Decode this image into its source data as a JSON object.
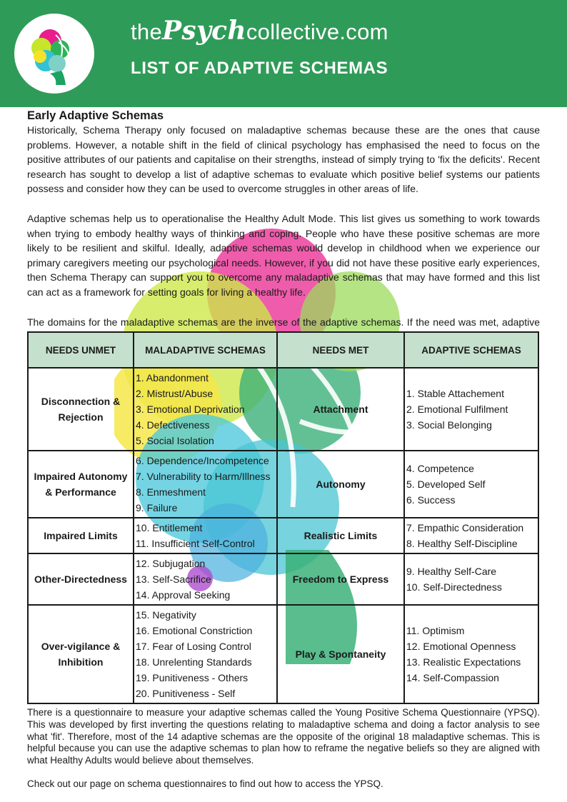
{
  "header": {
    "brand_prefix": "the",
    "brand_mid": "Psych",
    "brand_suffix": "collective.com",
    "title": "LIST OF ADAPTIVE SCHEMAS"
  },
  "intro": {
    "heading": "Early Adaptive Schemas",
    "paragraphs": [
      "Historically, Schema Therapy only focused on maladaptive schemas because these are the ones that cause problems. However, a notable shift in the field of clinical psychology has emphasised the need to focus on the positive attributes of our patients and capitalise on their strengths, instead of simply trying to 'fix the deficits'. Recent research has sought to develop a list of adaptive schemas to evaluate which positive belief systems our patients possess and consider how they can be used to overcome struggles in other areas of life.",
      "Adaptive schemas help us to operationalise the Healthy Adult Mode. This list gives us something to work towards when trying to embody healthy ways of thinking and coping. People who have these positive schemas are more likely to be resilient and skilful. Ideally, adaptive schemas would develop in childhood when we experience our primary caregivers meeting our psychological needs. However, if you did not have these positive early experiences, then Schema Therapy can support you to overcome any maladaptive schemas that may have formed and this list can act as a framework for setting goals for living a healthy life.",
      "The domains for the maladaptive schemas are the inverse of the adaptive schemas. If the need was met, adaptive beliefs are formed, if the need is unmet then maladaptive beliefs are formed."
    ]
  },
  "table": {
    "headers": [
      "NEEDS UNMET",
      "MALADAPTIVE SCHEMAS",
      "NEEDS MET",
      "ADAPTIVE SCHEMAS"
    ],
    "rows": [
      {
        "need": "Disconnection & Rejection",
        "maladaptive": [
          "1. Abandonment",
          "2. Mistrust/Abuse",
          "3. Emotional Deprivation",
          "4. Defectiveness",
          "5. Social Isolation"
        ],
        "met": "Attachment",
        "adaptive": [
          "1. Stable Attachement",
          "2. Emotional Fulfilment",
          "3. Social Belonging"
        ]
      },
      {
        "need": "Impaired Autonomy & Performance",
        "maladaptive": [
          "6. Dependence/Incompetence",
          "7. Vulnerability to Harm/Illness",
          "8. Enmeshment",
          "9. Failure"
        ],
        "met": "Autonomy",
        "adaptive": [
          "4. Competence",
          "5. Developed Self",
          "6. Success"
        ]
      },
      {
        "need": "Impaired Limits",
        "maladaptive": [
          "10. Entitlement",
          "11. Insufficient Self-Control"
        ],
        "met": "Realistic Limits",
        "adaptive": [
          "7. Empathic Consideration",
          "8. Healthy Self-Discipline"
        ]
      },
      {
        "need": "Other-Directedness",
        "maladaptive": [
          "12. Subjugation",
          "13. Self-Sacrifice",
          "14. Approval Seeking"
        ],
        "met": "Freedom to Express",
        "adaptive": [
          "9. Healthy Self-Care",
          "10. Self-Directedness"
        ]
      },
      {
        "need": "Over-vigilance & Inhibition",
        "maladaptive": [
          "15. Negativity",
          "16. Emotional Constriction",
          "17. Fear of Losing Control",
          "18. Unrelenting Standards",
          "19. Punitiveness - Others",
          "20. Punitiveness - Self"
        ],
        "met": "Play & Spontaneity",
        "adaptive": [
          "11. Optimism",
          "12. Emotional Openness",
          "13. Realistic Expectations",
          "14. Self-Compassion"
        ]
      }
    ]
  },
  "footer": {
    "paragraph": "There is a questionnaire to measure your adaptive schemas called the Young Positive Schema Questionnaire (YPSQ). This was developed by first inverting the questions relating to maladaptive schema and doing a factor analysis to see what 'fit'. Therefore, most of the 14 adaptive schemas are the opposite of the original 18 maladaptive schemas. This is helpful because you can use the adaptive schemas to plan how to reframe the negative beliefs so they are aligned with what Healthy Adults would believe about themselves.",
    "link_text": "Check out our page on schema questionnaires to find out how to access the YPSQ."
  },
  "colors": {
    "header_green": "#2f9b58",
    "table_header_bg": "#c5e0cd"
  }
}
